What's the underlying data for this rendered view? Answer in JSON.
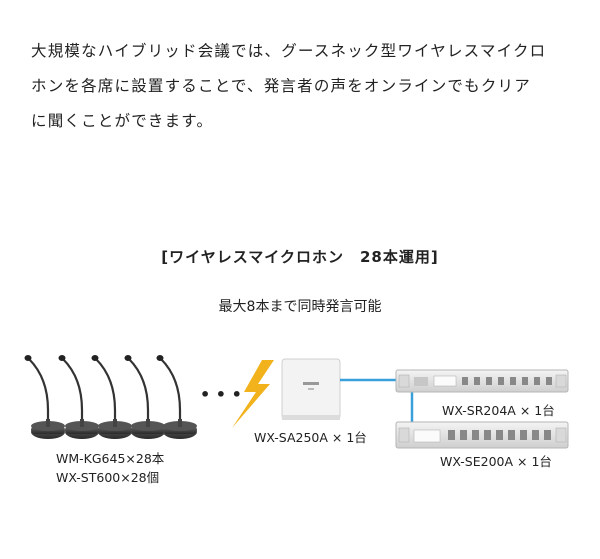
{
  "intro": {
    "lines": [
      "大規模なハイブリッド会議では、グースネック型ワイヤレスマイクロ",
      "ホンを各席に設置することで、発言者の声をオンラインでもクリア",
      "に聞くことができます。"
    ]
  },
  "diagram": {
    "title": "[ワイヤレスマイクロホン　28本運用]",
    "subtitle": "最大8本まで同時発言可能",
    "ellipsis": "• • •",
    "mic_labels": [
      "WM-KG645×28本",
      "WX-ST600×28個"
    ],
    "access_point_label": "WX-SA250A × 1台",
    "receiver_top_label": "WX-SR204A  × 1台",
    "receiver_bottom_label": "WX-SE200A  × 1台",
    "colors": {
      "connection_line": "#3aa0dc",
      "lightning": "#f2b21b",
      "device_gray": "#e8e8e8"
    }
  }
}
